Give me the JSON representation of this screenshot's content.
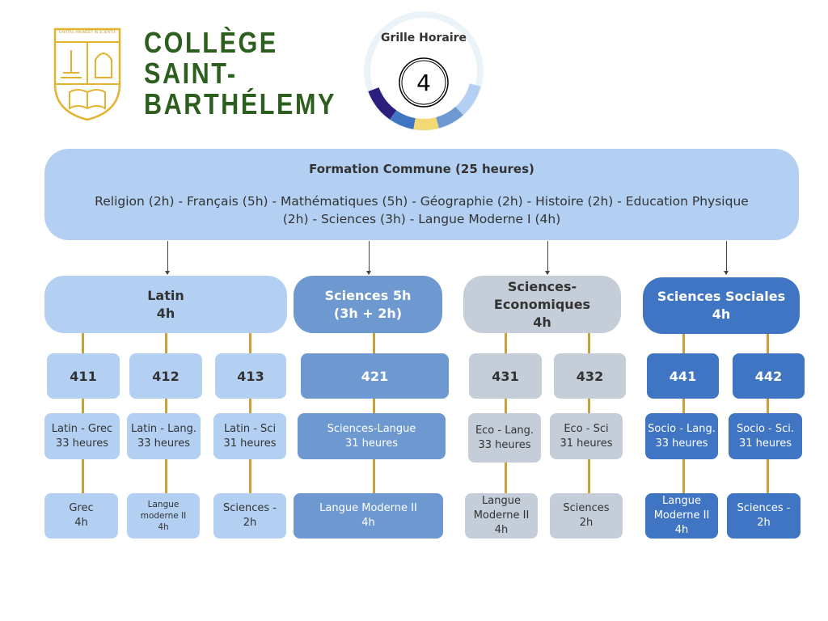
{
  "school": {
    "motto": "CARITAS ABUNDET IN SCIENTIA",
    "name_lines": [
      "COLLÈGE",
      "SAINT-",
      "BARTHÉLEMY"
    ]
  },
  "badge": {
    "title": "Grille Horaire",
    "number": "4",
    "colors": [
      "#2a1f7a",
      "#3f75c2",
      "#f3d874",
      "#6d99d0",
      "#b3d0f3"
    ]
  },
  "common": {
    "title": "Formation Commune (25 heures)",
    "line1": "Religion (2h) - Français (5h) - Mathématiques (5h) - Géographie (2h) - Histoire (2h) - Education Physique",
    "line2": "(2h) - Sciences (3h) - Langue Moderne I (4h)"
  },
  "options": [
    {
      "lines": [
        "Latin",
        "4h"
      ],
      "color": "light"
    },
    {
      "lines": [
        "Sciences 5h",
        "(3h + 2h)"
      ],
      "color": "mid"
    },
    {
      "lines": [
        "Sciences-",
        "Economiques",
        "4h"
      ],
      "color": "grey"
    },
    {
      "lines": [
        "Sciences Sociales",
        "4h"
      ],
      "color": "dark"
    }
  ],
  "grids": [
    {
      "code": "411",
      "name": [
        "Latin - Grec",
        "33 heures"
      ],
      "extra": [
        "Grec",
        "4h"
      ],
      "color": "light"
    },
    {
      "code": "412",
      "name": [
        "Latin - Lang.",
        "33 heures"
      ],
      "extra": [
        "Langue",
        "moderne II",
        "4h"
      ],
      "color": "light"
    },
    {
      "code": "413",
      "name": [
        "Latin - Sci",
        "31 heures"
      ],
      "extra": [
        "Sciences -",
        "2h"
      ],
      "color": "light"
    },
    {
      "code": "421",
      "name": [
        "Sciences-Langue",
        "31 heures"
      ],
      "extra": [
        "Langue Moderne II",
        "4h"
      ],
      "color": "mid"
    },
    {
      "code": "431",
      "name": [
        "Eco - Lang.",
        "33 heures"
      ],
      "extra": [
        "Langue",
        "Moderne II",
        "4h"
      ],
      "color": "grey"
    },
    {
      "code": "432",
      "name": [
        "Eco - Sci",
        "31 heures"
      ],
      "extra": [
        "Sciences",
        "2h"
      ],
      "color": "grey"
    },
    {
      "code": "441",
      "name": [
        "Socio - Lang.",
        "33 heures"
      ],
      "extra": [
        "Langue",
        "Moderne II",
        "4h"
      ],
      "color": "dark"
    },
    {
      "code": "442",
      "name": [
        "Socio - Sci.",
        "31 heures"
      ],
      "extra": [
        "Sciences -",
        "2h"
      ],
      "color": "dark"
    }
  ]
}
